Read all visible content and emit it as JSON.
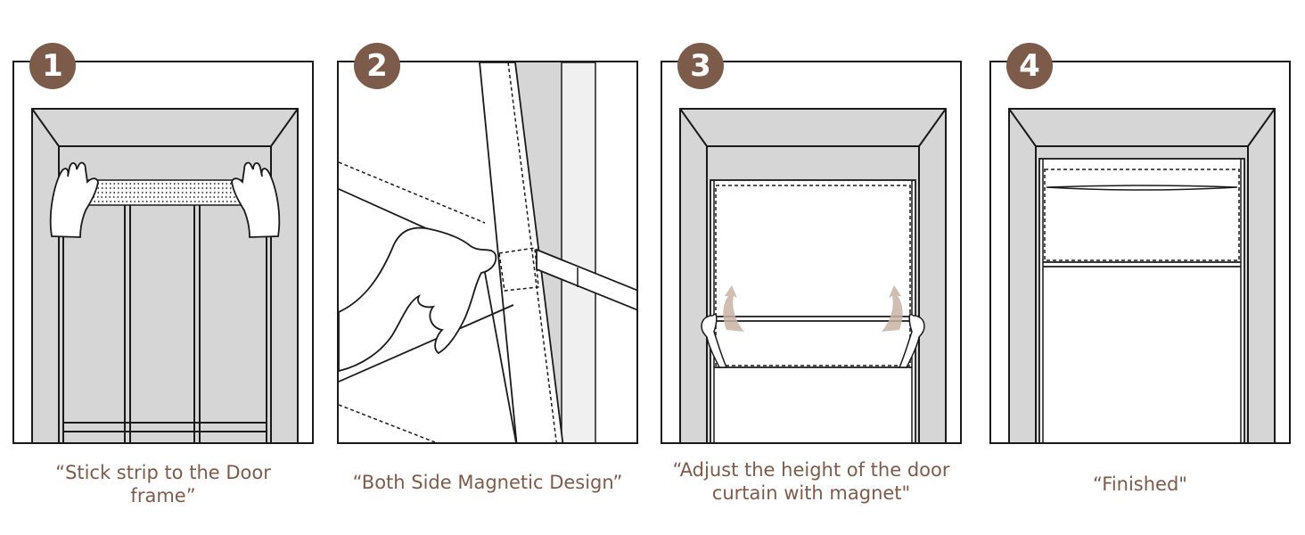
{
  "steps": [
    {
      "number": "1",
      "caption_line1": "“Stick strip to the Door",
      "caption_line2": "frame”"
    },
    {
      "number": "2",
      "caption_line1": "“Both Side Magnetic Design”",
      "caption_line2": ""
    },
    {
      "number": "3",
      "caption_line1": "“Adjust the height of the door",
      "caption_line2": "curtain with magnet\""
    },
    {
      "number": "4",
      "caption_line1": "“Finished\"",
      "caption_line2": ""
    }
  ],
  "colors": {
    "badge": "#7d5b4b",
    "caption": "#7d5b4b",
    "frame_fill": "#d6d6d6",
    "line": "#1a1a1a"
  }
}
